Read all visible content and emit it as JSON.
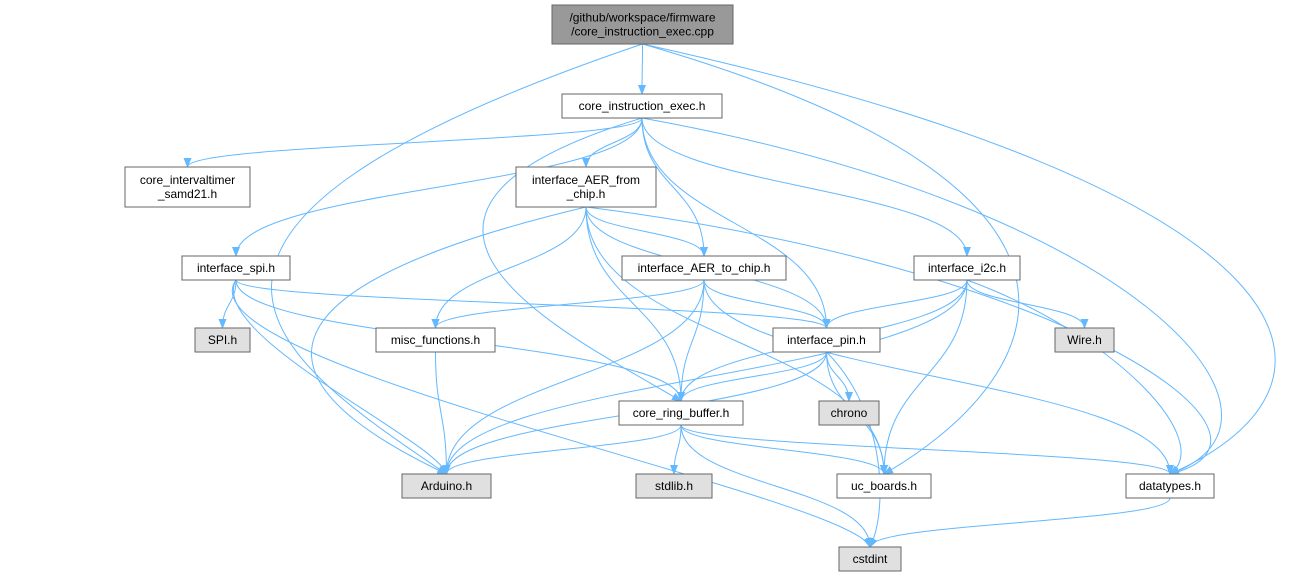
{
  "colors": {
    "root_fill": "#999999",
    "file_fill": "#ffffff",
    "system_fill": "#e0e0e0",
    "border": "#666666",
    "edge": "#63b8ff"
  },
  "nodes": [
    {
      "id": "root",
      "lines": [
        "/github/workspace/firmware",
        "/core_instruction_exec.cpp"
      ],
      "kind": "root"
    },
    {
      "id": "core_instruction_exec_h",
      "lines": [
        "core_instruction_exec.h"
      ],
      "kind": "file"
    },
    {
      "id": "core_intervaltimer",
      "lines": [
        "core_intervaltimer",
        "_samd21.h"
      ],
      "kind": "file"
    },
    {
      "id": "interface_aer_from_chip",
      "lines": [
        "interface_AER_from",
        "_chip.h"
      ],
      "kind": "file"
    },
    {
      "id": "interface_spi",
      "lines": [
        "interface_spi.h"
      ],
      "kind": "file"
    },
    {
      "id": "interface_aer_to_chip",
      "lines": [
        "interface_AER_to_chip.h"
      ],
      "kind": "file"
    },
    {
      "id": "interface_i2c",
      "lines": [
        "interface_i2c.h"
      ],
      "kind": "file"
    },
    {
      "id": "spi_h",
      "lines": [
        "SPI.h"
      ],
      "kind": "system"
    },
    {
      "id": "misc_functions",
      "lines": [
        "misc_functions.h"
      ],
      "kind": "file"
    },
    {
      "id": "interface_pin",
      "lines": [
        "interface_pin.h"
      ],
      "kind": "file"
    },
    {
      "id": "wire_h",
      "lines": [
        "Wire.h"
      ],
      "kind": "system"
    },
    {
      "id": "chrono",
      "lines": [
        "chrono"
      ],
      "kind": "system"
    },
    {
      "id": "core_ring_buffer",
      "lines": [
        "core_ring_buffer.h"
      ],
      "kind": "file"
    },
    {
      "id": "arduino_h",
      "lines": [
        "Arduino.h"
      ],
      "kind": "system"
    },
    {
      "id": "stdlib_h",
      "lines": [
        "stdlib.h"
      ],
      "kind": "system"
    },
    {
      "id": "uc_boards",
      "lines": [
        "uc_boards.h"
      ],
      "kind": "file"
    },
    {
      "id": "datatypes",
      "lines": [
        "datatypes.h"
      ],
      "kind": "file"
    },
    {
      "id": "cstdint",
      "lines": [
        "cstdint"
      ],
      "kind": "system"
    }
  ],
  "edges": [
    [
      "root",
      "core_instruction_exec_h"
    ],
    [
      "root",
      "arduino_h"
    ],
    [
      "root",
      "uc_boards"
    ],
    [
      "root",
      "datatypes"
    ],
    [
      "core_instruction_exec_h",
      "core_intervaltimer"
    ],
    [
      "core_instruction_exec_h",
      "interface_aer_from_chip"
    ],
    [
      "core_instruction_exec_h",
      "interface_spi"
    ],
    [
      "core_instruction_exec_h",
      "interface_aer_to_chip"
    ],
    [
      "core_instruction_exec_h",
      "interface_i2c"
    ],
    [
      "core_instruction_exec_h",
      "interface_pin"
    ],
    [
      "core_instruction_exec_h",
      "core_ring_buffer"
    ],
    [
      "core_instruction_exec_h",
      "datatypes"
    ],
    [
      "interface_aer_from_chip",
      "interface_aer_to_chip"
    ],
    [
      "interface_aer_from_chip",
      "misc_functions"
    ],
    [
      "interface_aer_from_chip",
      "interface_pin"
    ],
    [
      "interface_aer_from_chip",
      "core_ring_buffer"
    ],
    [
      "interface_aer_from_chip",
      "arduino_h"
    ],
    [
      "interface_aer_from_chip",
      "uc_boards"
    ],
    [
      "interface_aer_from_chip",
      "datatypes"
    ],
    [
      "interface_spi",
      "spi_h"
    ],
    [
      "interface_spi",
      "interface_pin"
    ],
    [
      "interface_spi",
      "core_ring_buffer"
    ],
    [
      "interface_spi",
      "arduino_h"
    ],
    [
      "interface_spi",
      "cstdint"
    ],
    [
      "interface_aer_to_chip",
      "misc_functions"
    ],
    [
      "interface_aer_to_chip",
      "interface_pin"
    ],
    [
      "interface_aer_to_chip",
      "core_ring_buffer"
    ],
    [
      "interface_aer_to_chip",
      "arduino_h"
    ],
    [
      "interface_aer_to_chip",
      "datatypes"
    ],
    [
      "interface_i2c",
      "wire_h"
    ],
    [
      "interface_i2c",
      "interface_pin"
    ],
    [
      "interface_i2c",
      "core_ring_buffer"
    ],
    [
      "interface_i2c",
      "arduino_h"
    ],
    [
      "interface_i2c",
      "uc_boards"
    ],
    [
      "interface_i2c",
      "datatypes"
    ],
    [
      "misc_functions",
      "arduino_h"
    ],
    [
      "interface_pin",
      "chrono"
    ],
    [
      "interface_pin",
      "core_ring_buffer"
    ],
    [
      "interface_pin",
      "arduino_h"
    ],
    [
      "interface_pin",
      "uc_boards"
    ],
    [
      "interface_pin",
      "cstdint"
    ],
    [
      "core_ring_buffer",
      "arduino_h"
    ],
    [
      "core_ring_buffer",
      "stdlib_h"
    ],
    [
      "core_ring_buffer",
      "uc_boards"
    ],
    [
      "core_ring_buffer",
      "datatypes"
    ],
    [
      "core_ring_buffer",
      "cstdint"
    ],
    [
      "datatypes",
      "cstdint"
    ]
  ]
}
